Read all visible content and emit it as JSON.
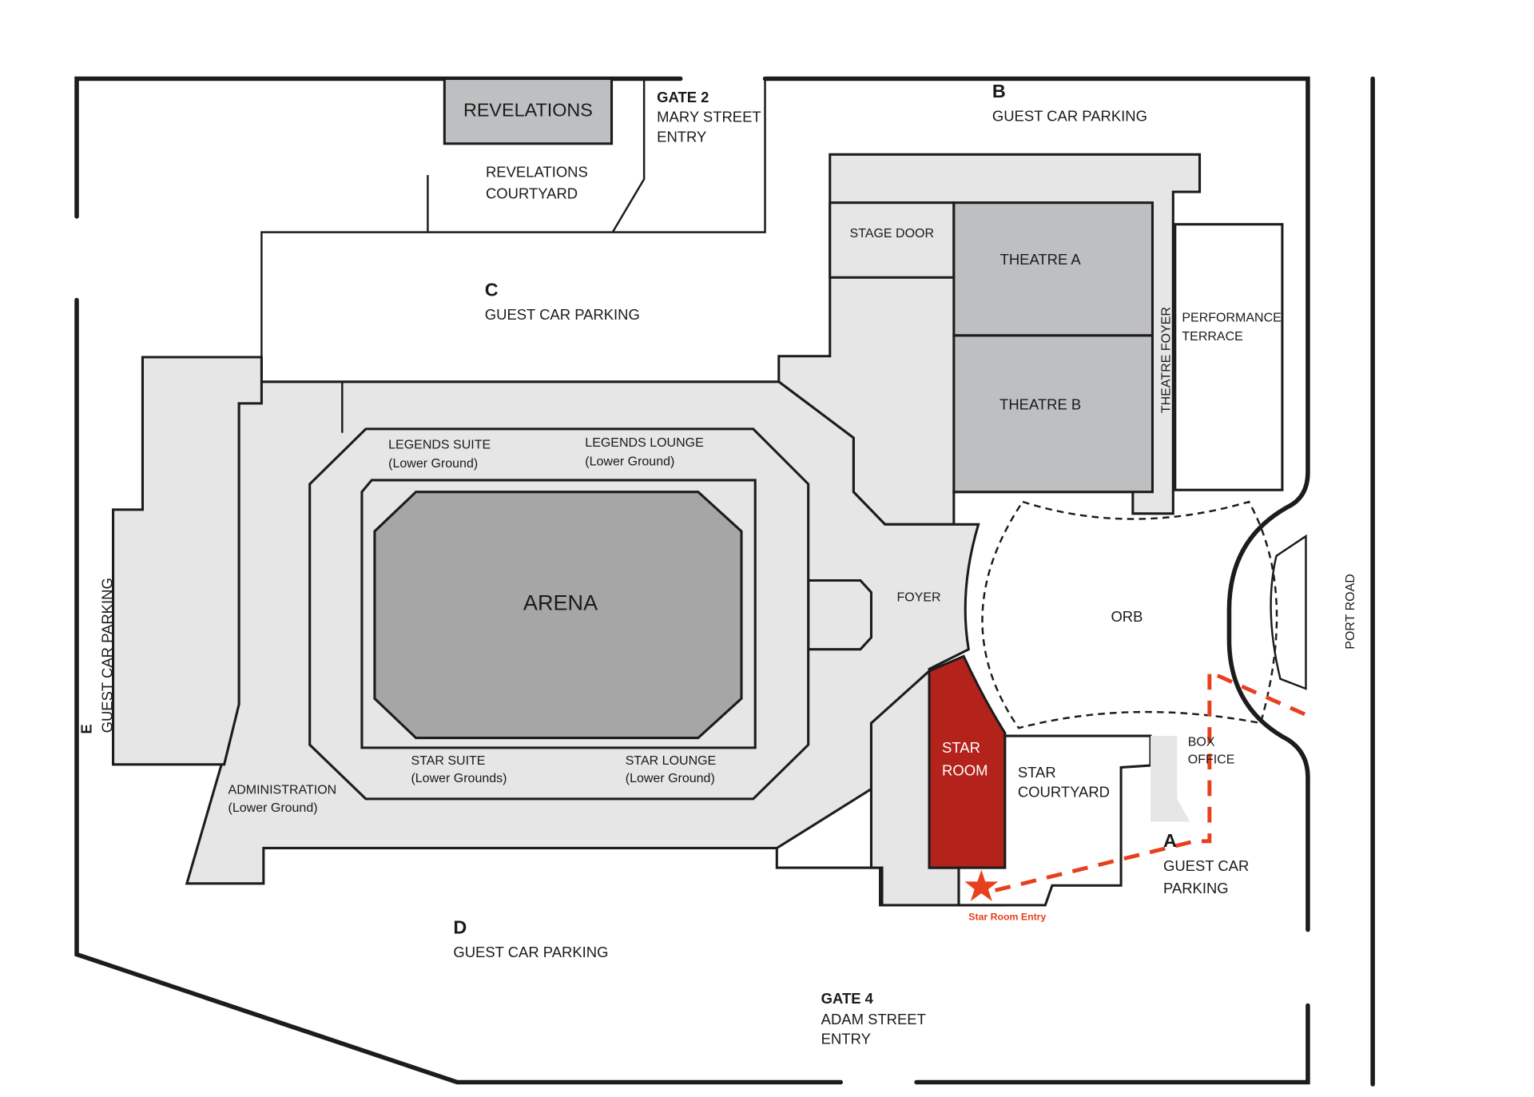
{
  "map": {
    "title": "Venue Site Map",
    "colors": {
      "star_room": "#b3231c",
      "route": "#e8401e",
      "building_light": "#e6e6e6",
      "building_mid": "#bebfc1",
      "arena": "#a6a6a6"
    },
    "venues": {
      "revelations": "REVELATIONS",
      "revelations_courtyard_1": "REVELATIONS",
      "revelations_courtyard_2": "COURTYARD",
      "arena": "ARENA",
      "theatre_a": "THEATRE A",
      "theatre_b": "THEATRE B",
      "stage_door": "STAGE DOOR",
      "theatre_foyer": "THEATRE FOYER",
      "performance_terrace_1": "PERFORMANCE",
      "performance_terrace_2": "TERRACE",
      "foyer": "FOYER",
      "orb": "ORB",
      "star_room_1": "STAR",
      "star_room_2": "ROOM",
      "star_courtyard_1": "STAR",
      "star_courtyard_2": "COURTYARD",
      "box_office_1": "BOX",
      "box_office_2": "OFFICE",
      "legends_suite": "LEGENDS SUITE",
      "legends_suite_level": "(Lower Ground)",
      "legends_lounge": "LEGENDS LOUNGE",
      "legends_lounge_level": "(Lower Ground)",
      "star_suite": "STAR SUITE",
      "star_suite_level": "(Lower Grounds)",
      "star_lounge": "STAR LOUNGE",
      "star_lounge_level": "(Lower Ground)",
      "administration": "ADMINISTRATION",
      "administration_level": "(Lower Ground)"
    },
    "gates": {
      "gate2_title": "GATE  2",
      "gate2_line1": "MARY STREET",
      "gate2_line2": "ENTRY",
      "gate4_title": "GATE 4",
      "gate4_line1": "ADAM STREET",
      "gate4_line2": "ENTRY"
    },
    "parking": {
      "a_letter": "A",
      "a_line1": "GUEST CAR",
      "a_line2": "PARKING",
      "b_letter": "B",
      "b_label": "GUEST CAR PARKING",
      "c_letter": "C",
      "c_label": "GUEST CAR PARKING",
      "d_letter": "D",
      "d_label": "GUEST CAR PARKING",
      "e_letter": "E",
      "e_label": "GUEST CAR PARKING"
    },
    "streets": {
      "port_road": "PORT ROAD"
    },
    "markers": {
      "star_room_entry": "Star Room Entry"
    }
  }
}
